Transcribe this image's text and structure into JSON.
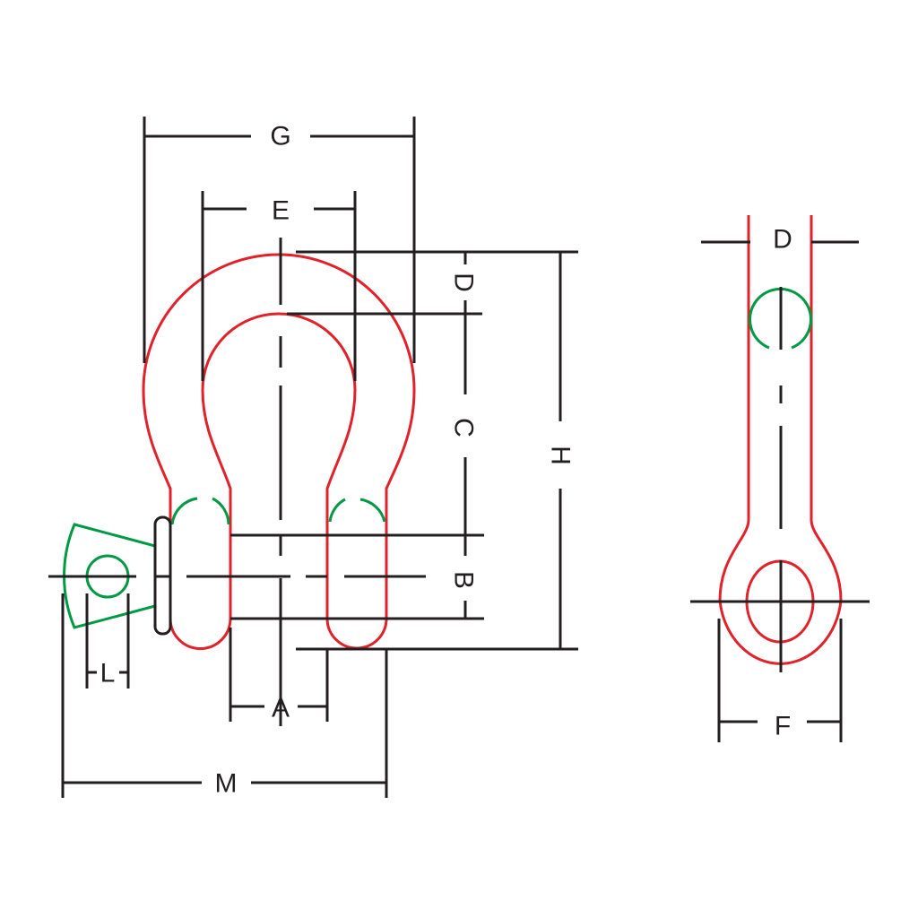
{
  "labels": {
    "G": "G",
    "E": "E",
    "D_side": "D",
    "C": "C",
    "B": "B",
    "H": "H",
    "A": "A",
    "L": "L",
    "M": "M",
    "D_end": "D",
    "F": "F"
  },
  "colors": {
    "body": "#e0222a",
    "pin": "#009a44",
    "dimension": "#231f20"
  }
}
